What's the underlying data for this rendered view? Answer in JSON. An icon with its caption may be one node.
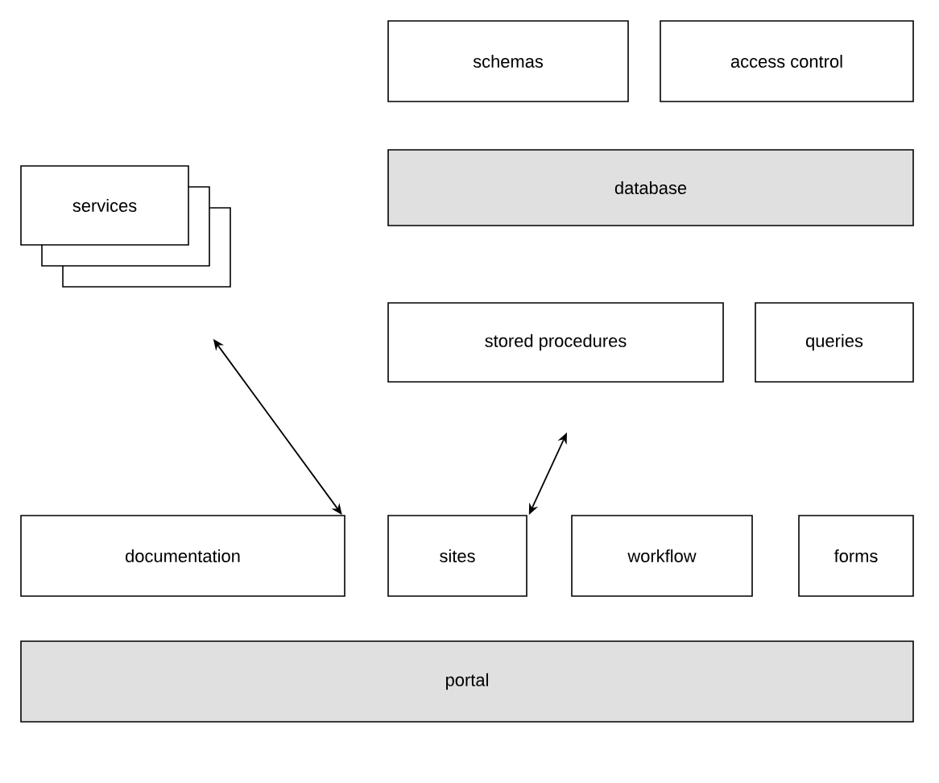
{
  "diagram": {
    "nodes": [
      {
        "text": [
          "schemas"
        ]
      },
      {
        "text": [
          "access control"
        ]
      },
      {
        "text": [
          "database"
        ]
      },
      {
        "text": [
          "services"
        ]
      },
      {
        "text": [
          "stored procedures"
        ]
      },
      {
        "text": [
          "queries"
        ]
      },
      {
        "text": [
          "documentation"
        ]
      },
      {
        "text": [
          "sites"
        ]
      },
      {
        "text": [
          "workflow"
        ]
      },
      {
        "text": [
          "forms"
        ]
      },
      {
        "text": [
          "portal"
        ]
      }
    ],
    "edges": [
      {
        "from": 3,
        "to": 6,
        "arrow": "both"
      },
      {
        "from": 4,
        "to": 7,
        "arrow": "both"
      }
    ]
  }
}
